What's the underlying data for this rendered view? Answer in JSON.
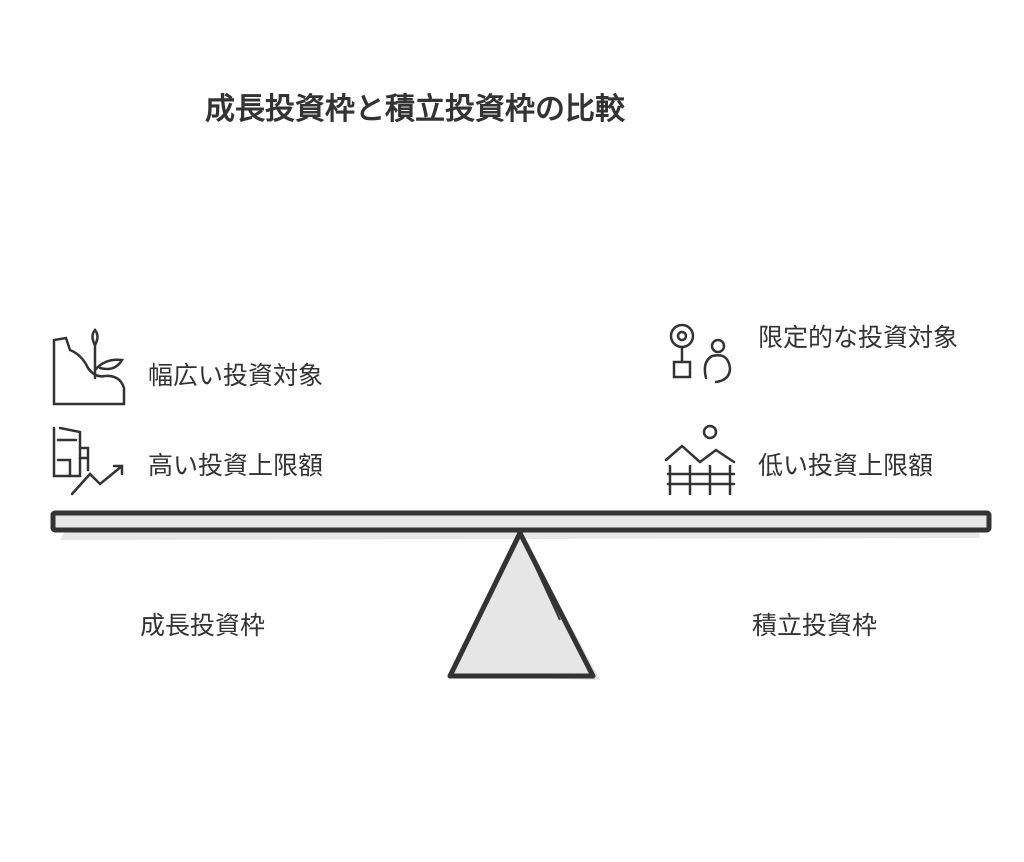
{
  "title": "成長投資枠と積立投資枠の比較",
  "left": {
    "label": "成長投資枠",
    "items": [
      {
        "text": "幅広い投資対象",
        "icon": "plant-growth-icon"
      },
      {
        "text": "高い投資上限額",
        "icon": "building-chart-up-icon"
      }
    ]
  },
  "right": {
    "label": "積立投資枠",
    "items": [
      {
        "text": "限定的な投資対象",
        "icon": "flower-pot-person-icon"
      },
      {
        "text": "低い投資上限額",
        "icon": "landscape-fence-icon"
      }
    ]
  },
  "colors": {
    "stroke": "#333333",
    "fill": "#e6e6e6"
  }
}
